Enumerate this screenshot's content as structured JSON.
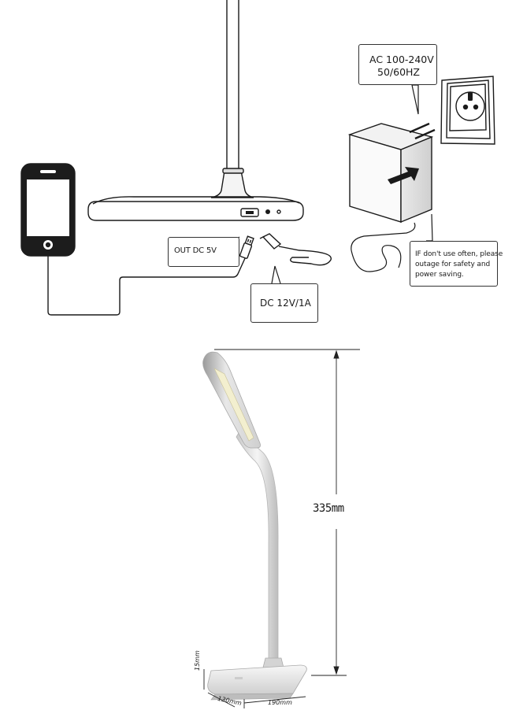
{
  "wiring_diagram": {
    "adapter_input_label_line1": "AC 100-240V",
    "adapter_input_label_line2": "50/60HZ",
    "usb_output_label": "OUT DC 5V",
    "dc_input_label": "DC 12V/1A",
    "power_note_line1": "IF don't use often, please",
    "power_note_line2": "outage for safety and",
    "power_note_line3": "power saving."
  },
  "dimensions": {
    "height": "335mm",
    "base_depth": "130mm",
    "base_width": "190mm",
    "base_thickness": "15mm"
  },
  "colors": {
    "line_art": "#1a1a1a",
    "lamp_body": "#d9d9d9",
    "lamp_led": "#f3efcf",
    "dimension_line": "#222222"
  }
}
